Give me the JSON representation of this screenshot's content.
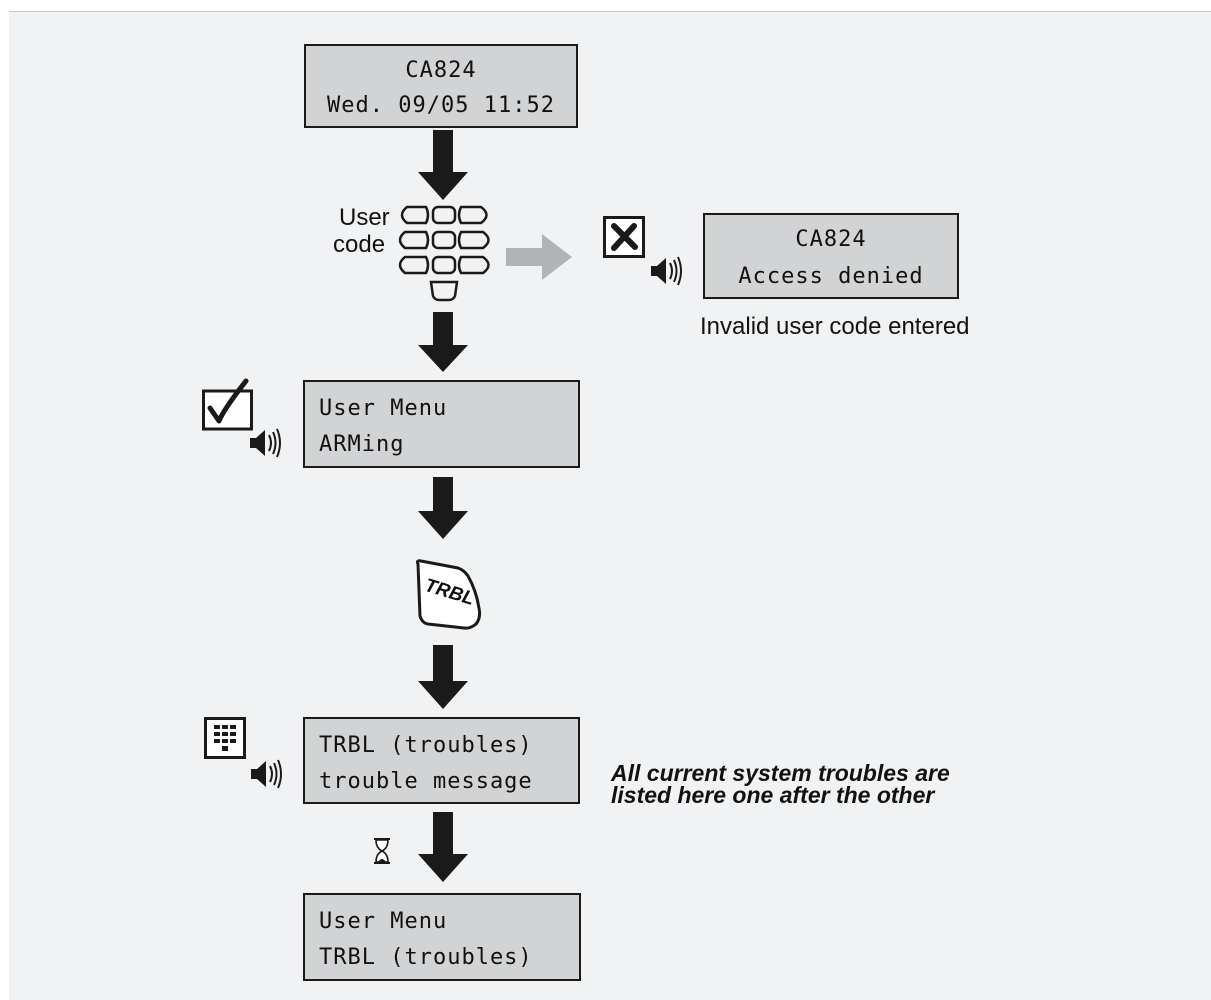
{
  "screens": {
    "start": {
      "line1": "CA824",
      "line2": "Wed. 09/05 11:52"
    },
    "denied": {
      "line1": "CA824",
      "line2": "Access denied"
    },
    "user_menu_arming": {
      "line1": "User Menu",
      "line2": "ARMing"
    },
    "trbl_list": {
      "line1": "TRBL (troubles)",
      "line2": "trouble message"
    },
    "user_menu_trbl": {
      "line1": "User Menu",
      "line2": "TRBL (troubles)"
    }
  },
  "labels": {
    "user_code_1": "User",
    "user_code_2": "code",
    "invalid_code": "Invalid user code entered",
    "trbl_key": "TRBL",
    "troubles_note_1": "All current system troubles are",
    "troubles_note_2": "listed here one after the other"
  },
  "icons": {
    "keypad": "keypad-icon",
    "reject": "reject-icon",
    "accept": "checkmark-icon",
    "speaker": "speaker-icon",
    "menu": "menu-keypad-icon",
    "hourglass": "hourglass-icon"
  },
  "colors": {
    "lcd": "#d2d3d5",
    "panel": "#f1f2f3",
    "arrow": "#1a1a1a",
    "reject_arrow": "#b2b3b5"
  }
}
